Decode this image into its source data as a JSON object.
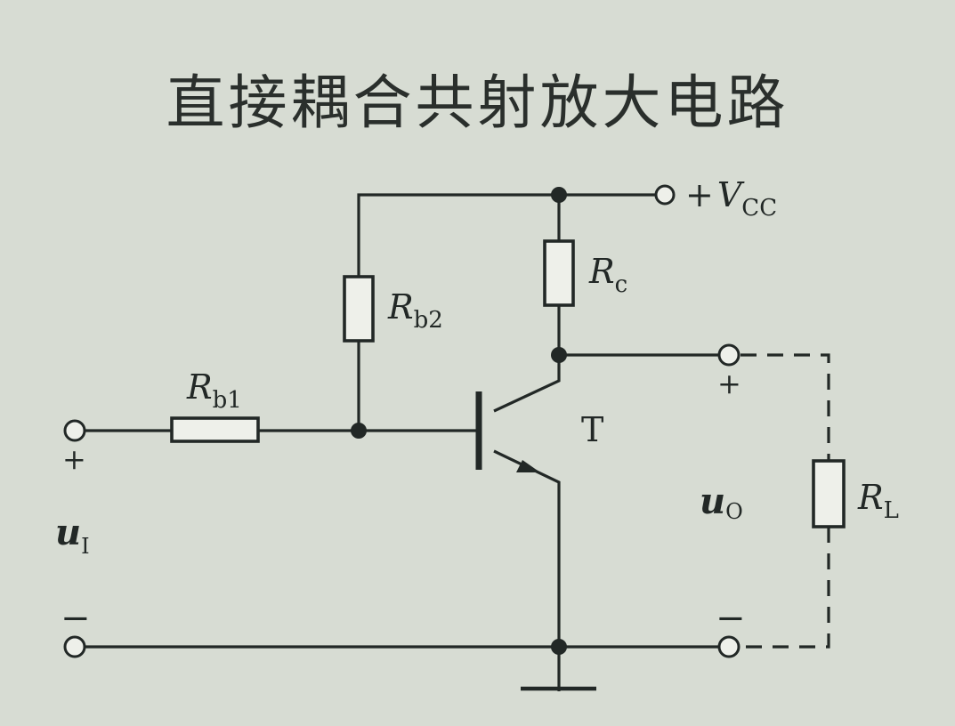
{
  "title": "直接耦合共射放大电路",
  "labels": {
    "vcc_prefix": "+",
    "vcc_main": "V",
    "vcc_sub": "CC",
    "rc_main": "R",
    "rc_sub": "c",
    "rb2_main": "R",
    "rb2_sub": "b2",
    "rb1_main": "R",
    "rb1_sub": "b1",
    "rl_main": "R",
    "rl_sub": "L",
    "transistor": "T",
    "ui_main": "u",
    "ui_sub": "I",
    "uo_main": "u",
    "uo_sub": "O",
    "input_plus": "+",
    "input_minus": "−",
    "output_plus": "+",
    "output_minus": "−"
  }
}
